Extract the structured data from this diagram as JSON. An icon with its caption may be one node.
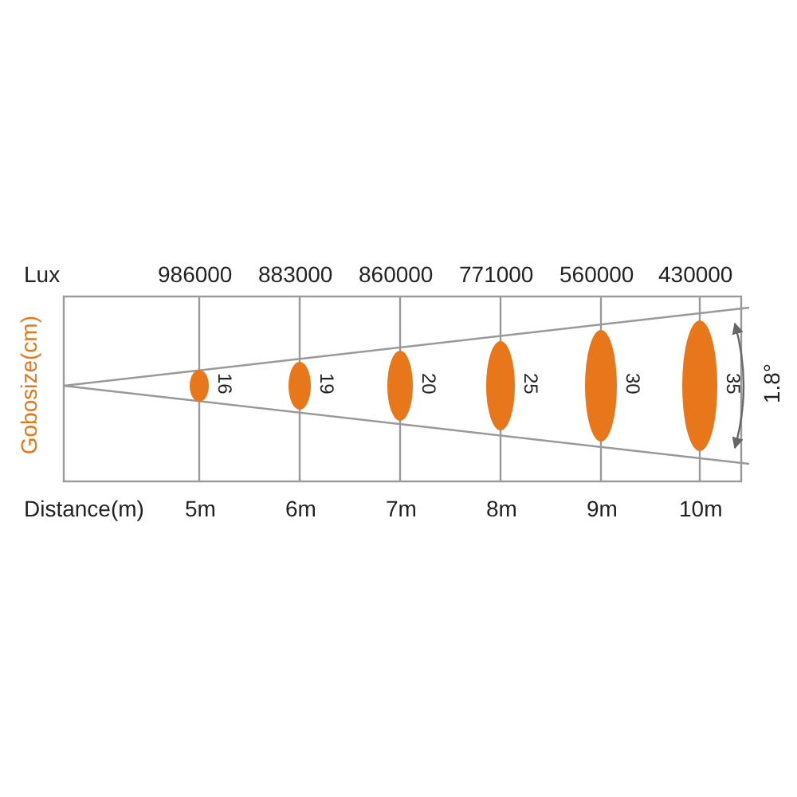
{
  "diagram": {
    "labels": [
      "Lux",
      "986000",
      "883000",
      "860000",
      "771000",
      "560000",
      "430000",
      "Gobosize(cm)",
      "16",
      "19",
      "20",
      "25",
      "30",
      "35",
      "1.8°",
      "Distance(m)",
      "5m",
      "6m",
      "7m",
      "8m",
      "9m",
      "10m"
    ]
  }
}
